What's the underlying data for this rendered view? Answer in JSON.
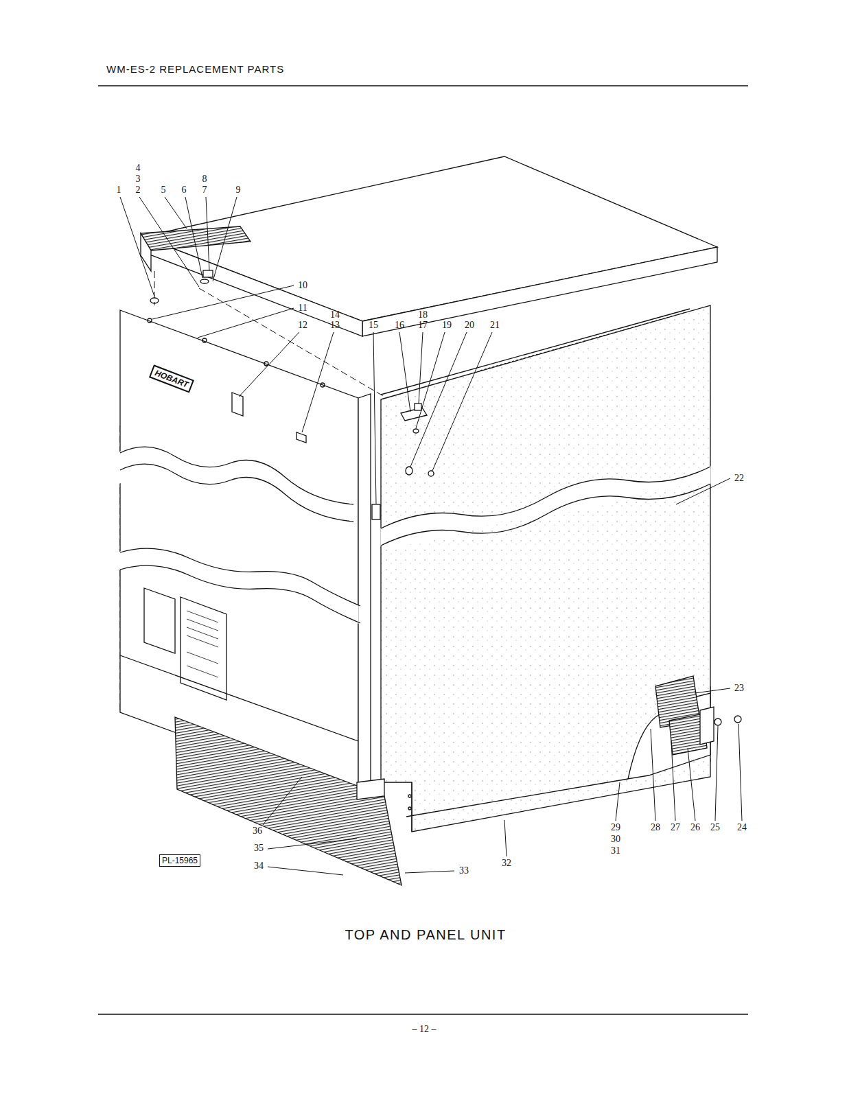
{
  "diagram": {
    "title": "WM-ES-2 REPLACEMENT PARTS",
    "caption": "TOP AND PANEL UNIT",
    "labels": [
      "1",
      "2",
      "3",
      "4",
      "5",
      "6",
      "7",
      "8",
      "9",
      "10",
      "11",
      "12",
      "13",
      "14",
      "15",
      "16",
      "17",
      "18",
      "19",
      "20",
      "21",
      "22",
      "23",
      "24",
      "25",
      "26",
      "27",
      "28",
      "29",
      "30",
      "31",
      "32",
      "33",
      "34",
      "35",
      "36",
      "HOBART",
      "PL-15965",
      "– 12 –"
    ]
  }
}
